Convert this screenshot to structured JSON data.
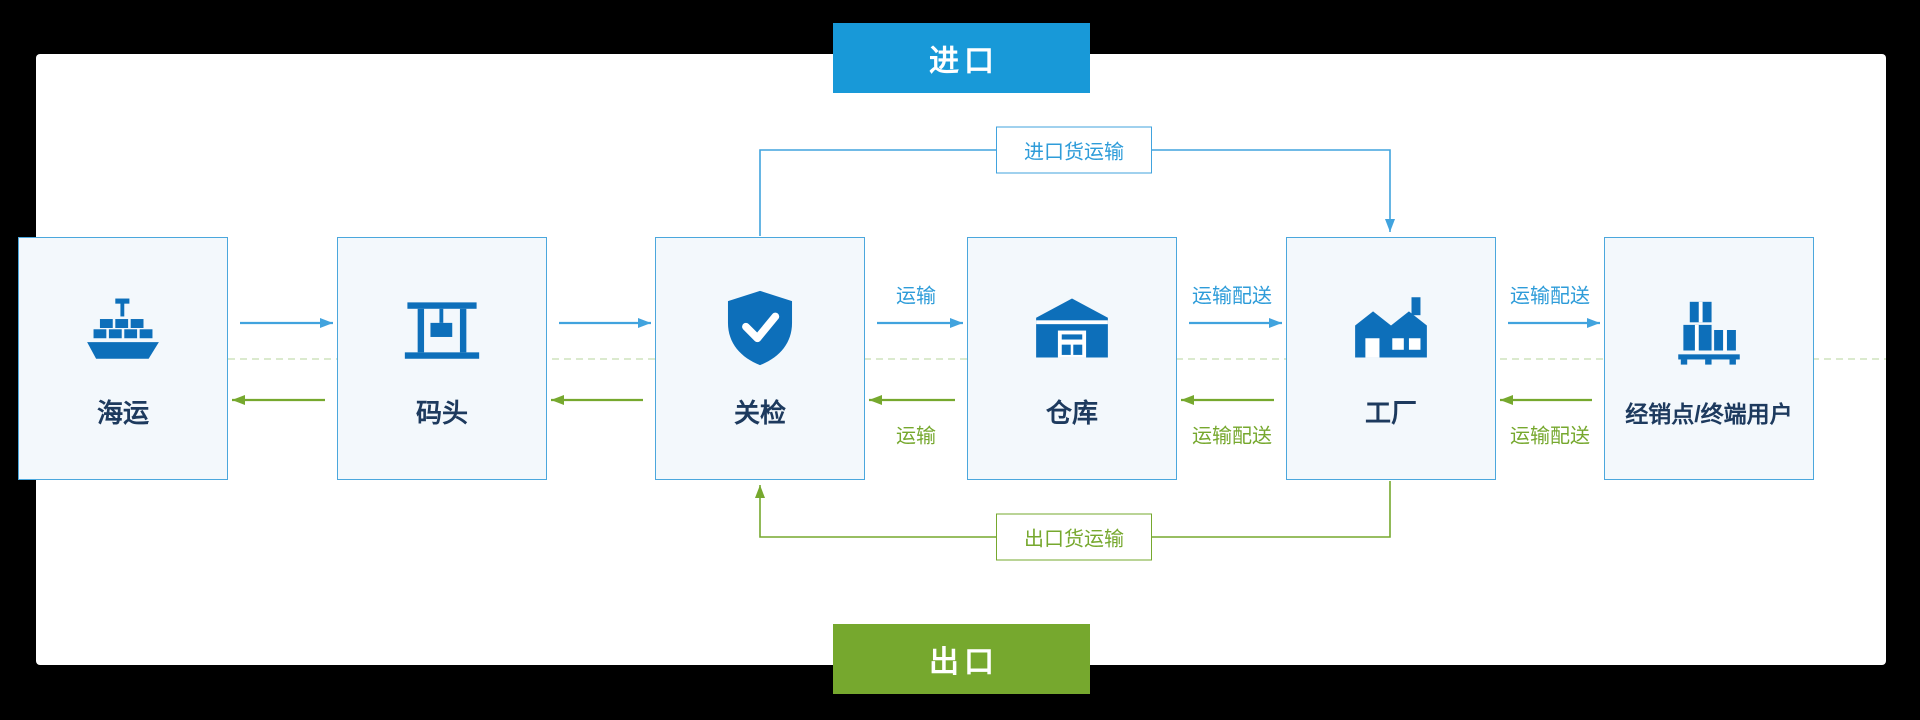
{
  "banners": {
    "import": {
      "label": "进口",
      "color": "#1899d8"
    },
    "export": {
      "label": "出口",
      "color": "#76a82e"
    }
  },
  "nodes": [
    {
      "label": "海运",
      "icon": "ship-icon"
    },
    {
      "label": "码头",
      "icon": "crane-icon"
    },
    {
      "label": "关检",
      "icon": "shield-check-icon"
    },
    {
      "label": "仓库",
      "icon": "warehouse-icon"
    },
    {
      "label": "工厂",
      "icon": "factory-icon"
    },
    {
      "label": "经销点/终端用户",
      "icon": "pallet-boxes-icon"
    }
  ],
  "edges": {
    "import": [
      {
        "from": "海运",
        "to": "码头",
        "label": ""
      },
      {
        "from": "码头",
        "to": "关检",
        "label": ""
      },
      {
        "from": "关检",
        "to": "仓库",
        "label": "运输"
      },
      {
        "from": "仓库",
        "to": "工厂",
        "label": "运输配送"
      },
      {
        "from": "工厂",
        "to": "经销点/终端用户",
        "label": "运输配送"
      }
    ],
    "export": [
      {
        "from": "经销点/终端用户",
        "to": "工厂",
        "label": "运输配送"
      },
      {
        "from": "工厂",
        "to": "仓库",
        "label": "运输配送"
      },
      {
        "from": "仓库",
        "to": "关检",
        "label": "运输"
      },
      {
        "from": "关检",
        "to": "码头",
        "label": ""
      },
      {
        "from": "码头",
        "to": "海运",
        "label": ""
      }
    ],
    "import_bypass": {
      "from": "关检",
      "to": "工厂",
      "label": "进口货运输"
    },
    "export_bypass": {
      "from": "工厂",
      "to": "关检",
      "label": "出口货运输"
    }
  },
  "colors": {
    "import_blue": "#1899d8",
    "arrow_blue": "#41a3de",
    "export_green": "#76a82e",
    "icon_blue": "#0d6fba",
    "node_border": "#4ba7dd",
    "node_fill": "#f3f8fc",
    "divider_dash": "#cfe3bd"
  }
}
